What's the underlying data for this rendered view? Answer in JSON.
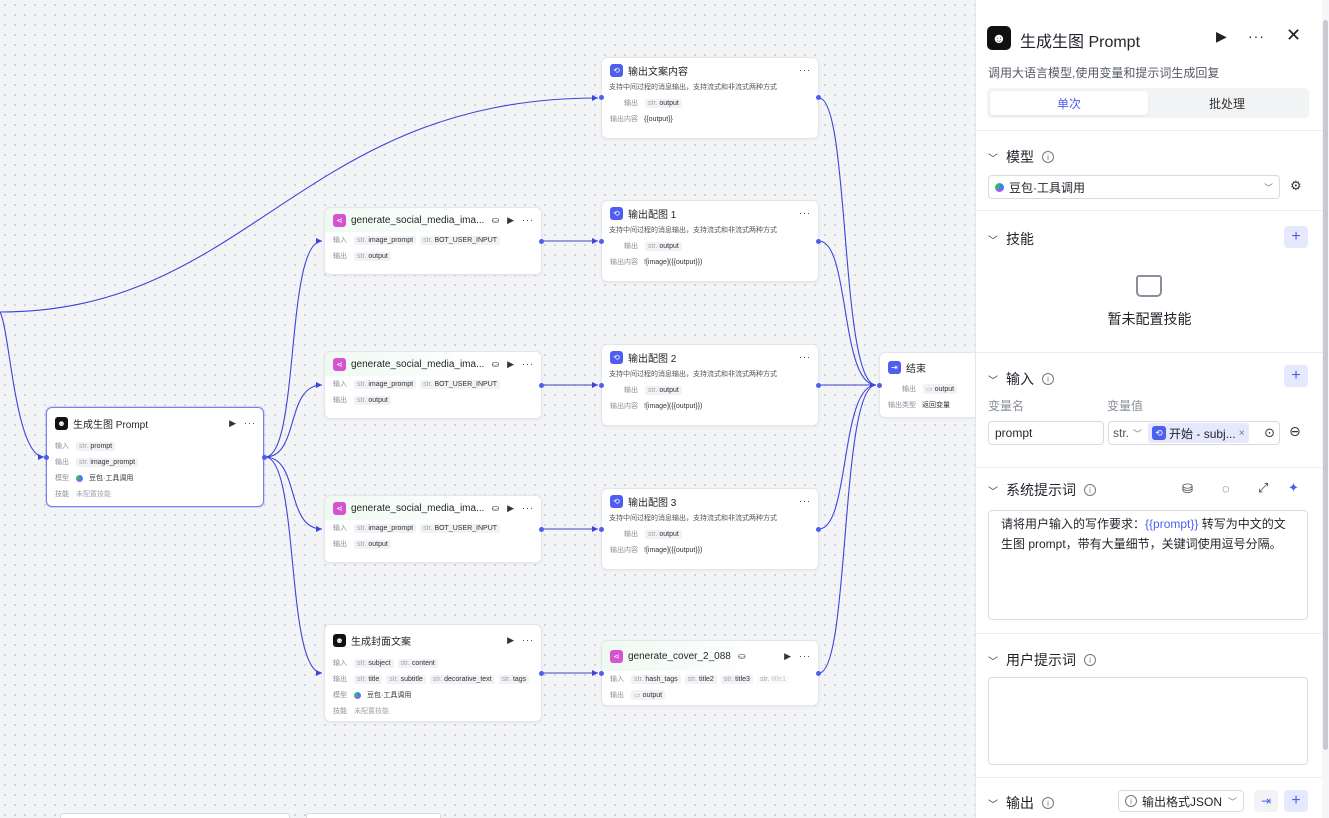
{
  "canvas": {
    "nodes": {
      "output_text": {
        "title": "输出文案内容",
        "desc": "支持中间过程的消息输出，支持流式和非流式两种方式",
        "out_label": "输出",
        "out_type": "str.",
        "out_var": "output",
        "content_label": "输出内容",
        "content": "{{output}}"
      },
      "output_img1": {
        "title": "输出配图 1",
        "desc": "支持中间过程的消息输出，支持流式和非流式两种方式",
        "out_label": "输出",
        "out_type": "str.",
        "out_var": "output",
        "content_label": "输出内容",
        "content": "![image]({{output}})"
      },
      "output_img2": {
        "title": "输出配图 2",
        "desc": "支持中间过程的消息输出，支持流式和非流式两种方式",
        "out_label": "输出",
        "out_type": "str.",
        "out_var": "output",
        "content_label": "输出内容",
        "content": "![image]({{output}})"
      },
      "output_img3": {
        "title": "输出配图 3",
        "desc": "支持中间过程的消息输出，支持流式和非流式两种方式",
        "out_label": "输出",
        "out_type": "str.",
        "out_var": "output",
        "content_label": "输出内容",
        "content": "![image]({{output}})"
      },
      "gen1": {
        "title": "generate_social_media_ima...",
        "in_label": "输入",
        "in_type": "str.",
        "in1": "image_prompt",
        "in2": "BOT_USER_INPUT",
        "out_label": "输出",
        "out_type": "str.",
        "out_var": "output"
      },
      "gen2": {
        "title": "generate_social_media_ima...",
        "in_label": "输入",
        "in_type": "str.",
        "in1": "image_prompt",
        "in2": "BOT_USER_INPUT",
        "out_label": "输出",
        "out_type": "str.",
        "out_var": "output"
      },
      "gen3": {
        "title": "generate_social_media_ima...",
        "in_label": "输入",
        "in_type": "str.",
        "in1": "image_prompt",
        "in2": "BOT_USER_INPUT",
        "out_label": "输出",
        "out_type": "str.",
        "out_var": "output"
      },
      "prompt_node": {
        "title": "生成生图 Prompt",
        "in_label": "输入",
        "in_type": "str.",
        "in_var": "prompt",
        "out_label": "输出",
        "out_type": "str.",
        "out_var": "image_prompt",
        "model_label": "模型",
        "model": "豆包·工具调用",
        "skill_label": "技能",
        "skill": "未配置技能"
      },
      "cover_node": {
        "title": "生成封面文案",
        "in_label": "输入",
        "in_type": "str.",
        "in1": "subject",
        "in2": "content",
        "out_label": "输出",
        "out_type": "str.",
        "outs": [
          "title",
          "subtitle",
          "decorative_text",
          "tags"
        ],
        "model_label": "模型",
        "model": "豆包·工具调用",
        "skill_label": "技能",
        "skill": "未配置技能"
      },
      "cover_gen": {
        "title": "generate_cover_2_088",
        "in_label": "输入",
        "in_type": "str.",
        "ins": [
          "hash_tags",
          "title2",
          "title3",
          "title1"
        ],
        "out_label": "输出",
        "out_var": "output"
      },
      "end": {
        "title": "结束",
        "out_label": "输出",
        "out_var": "output",
        "type_label": "输出类型",
        "type_value": "返回变量"
      }
    }
  },
  "panel": {
    "title": "生成生图 Prompt",
    "desc": "调用大语言模型,使用变量和提示词生成回复",
    "tabs": [
      "单次",
      "批处理"
    ],
    "model": {
      "label": "模型",
      "value": "豆包·工具调用"
    },
    "skills": {
      "label": "技能",
      "empty": "暂未配置技能"
    },
    "inputs": {
      "label": "输入",
      "col_name": "变量名",
      "col_value": "变量值",
      "name_value": "prompt",
      "type_value": "str.",
      "ref_value": "开始 - subj..."
    },
    "system_prompt": {
      "label": "系统提示词",
      "text_before": "请将用户输入的写作要求：",
      "var": "{{prompt}}",
      "text_after": " 转写为中文的文生图 prompt，带有大量细节，关键词使用逗号分隔。"
    },
    "user_prompt": {
      "label": "用户提示词",
      "value": ""
    },
    "output": {
      "label": "输出",
      "format": "输出格式JSON"
    }
  },
  "colors": {
    "accent": "#4e5ff0",
    "edge": "#3d44d8",
    "pink": "#d552d2"
  }
}
